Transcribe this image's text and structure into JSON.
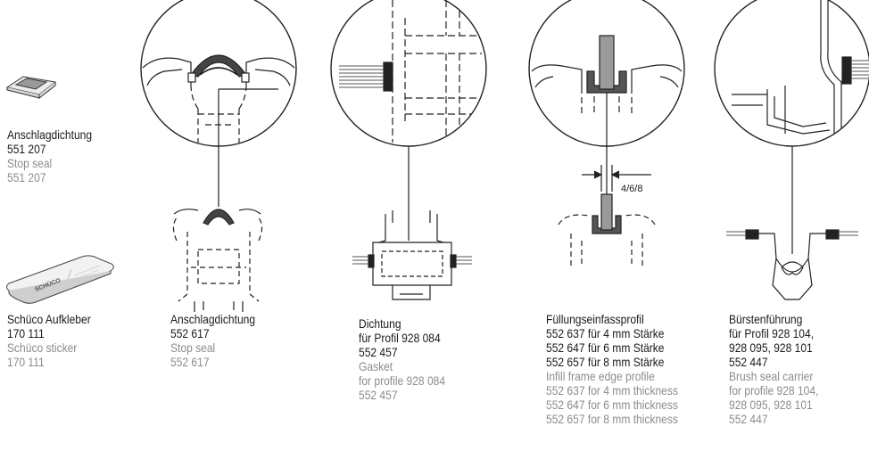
{
  "items": [
    {
      "id": "stop-seal-551207",
      "de": [
        "Anschlagdichtung",
        "551 207"
      ],
      "en": [
        "Stop seal",
        "551 207"
      ]
    },
    {
      "id": "schueco-sticker",
      "de": [
        "Schüco Aufkleber",
        "170 111"
      ],
      "en": [
        "Schüco sticker",
        "170 111"
      ]
    },
    {
      "id": "stop-seal-552617",
      "de": [
        "Anschlagdichtung",
        "552 617"
      ],
      "en": [
        "Stop seal",
        "552 617"
      ]
    },
    {
      "id": "gasket-552457",
      "de": [
        "Dichtung",
        "für Profil 928 084",
        "552 457"
      ],
      "en": [
        "Gasket",
        "for profile 928 084",
        "552 457"
      ]
    },
    {
      "id": "infill-frame",
      "de": [
        "Füllungseinfassprofil",
        "552 637 für 4 mm Stärke",
        "552 647 für 6 mm Stärke",
        "552 657 für 8 mm Stärke"
      ],
      "en": [
        "Infill frame edge profile",
        "552 637 for 4 mm thickness",
        "552 647 for 6 mm thickness",
        "552 657 for 8 mm thickness"
      ]
    },
    {
      "id": "brush-seal-carrier",
      "de": [
        "Bürstenführung",
        "für Profil 928 104,",
        "928 095, 928 101",
        "552 447"
      ],
      "en": [
        "Brush seal carrier",
        "for profile 928 104,",
        "928 095, 928 101",
        "552 447"
      ]
    }
  ],
  "dimension_label": "4/6/8",
  "sticker_text": [
    "SCHÜCO"
  ],
  "colors": {
    "german_text": "#1a1a1a",
    "english_text": "#8c8c8c",
    "line": "#222222"
  }
}
